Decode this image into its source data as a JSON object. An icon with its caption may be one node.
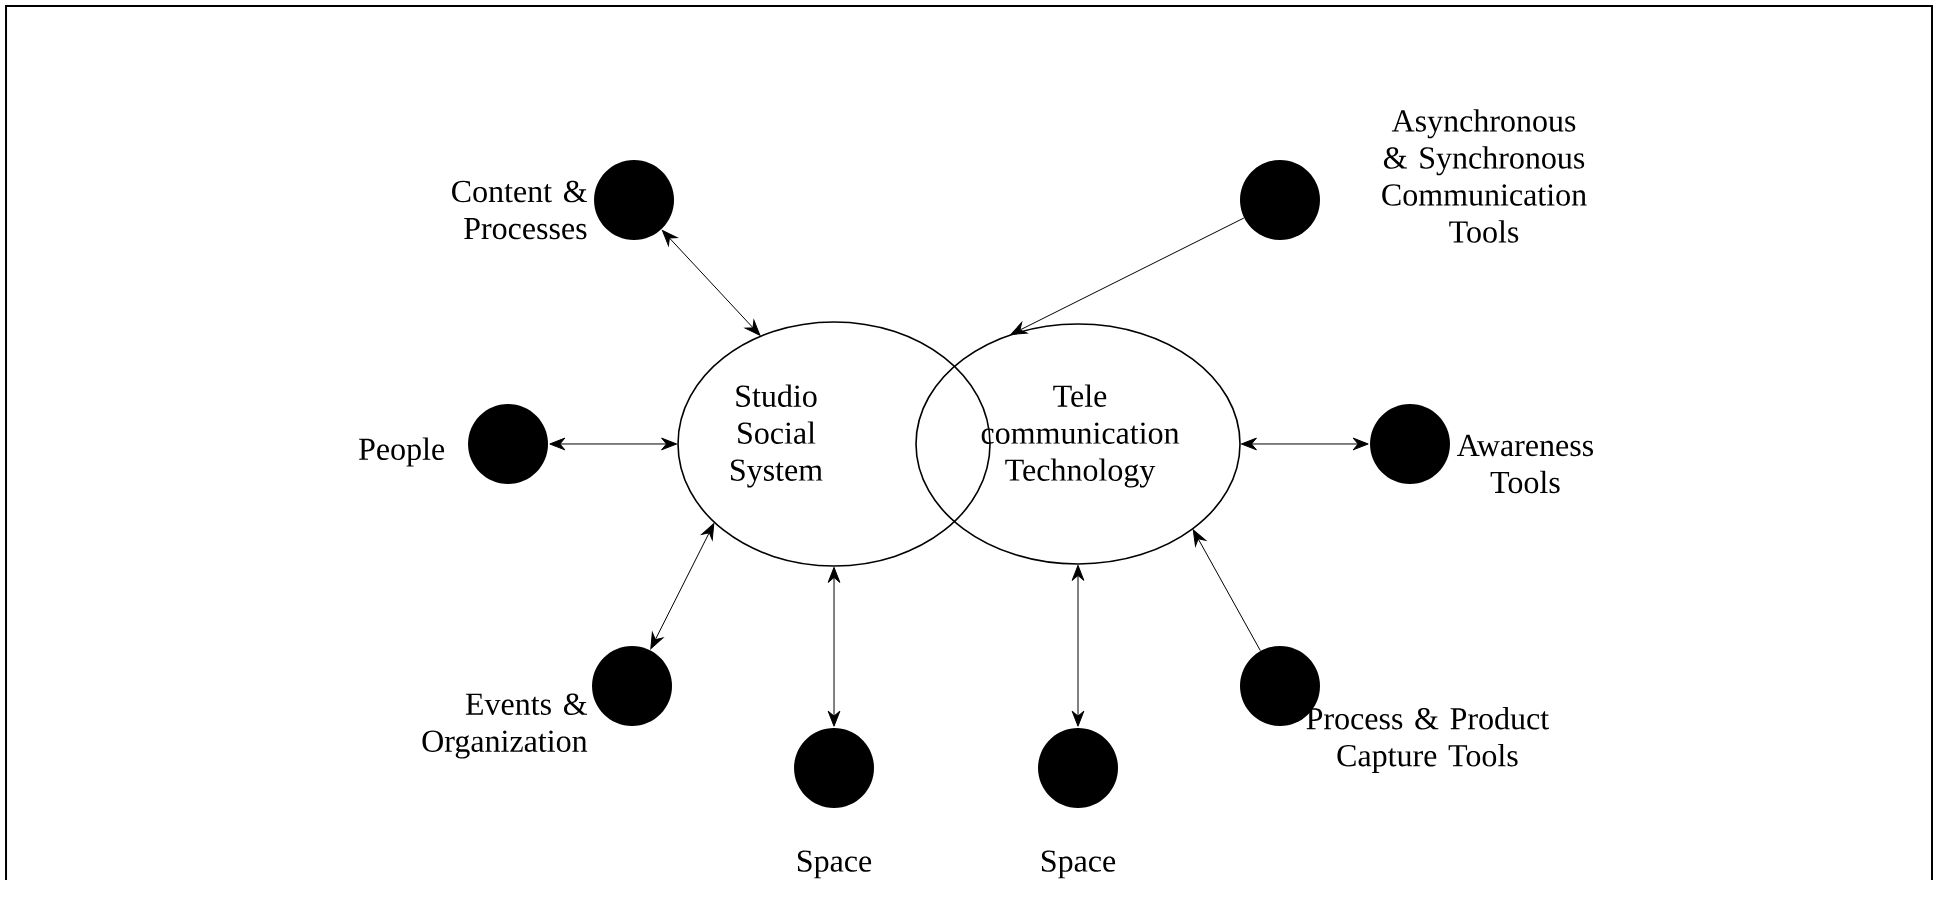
{
  "diagram": {
    "nodes": [
      {
        "text": [
          "Studio Social System"
        ]
      },
      {
        "text": [
          "Tele communication Technology"
        ]
      },
      {
        "text": [
          "Content & Processes"
        ]
      },
      {
        "text": [
          "People"
        ]
      },
      {
        "text": [
          "Events & Organization"
        ]
      },
      {
        "text": [
          "Space"
        ]
      },
      {
        "text": [
          "Space"
        ]
      },
      {
        "text": [
          "Asynchronous & Synchronous Communication Tools"
        ]
      },
      {
        "text": [
          "Awareness Tools"
        ]
      },
      {
        "text": [
          "Process & Product Capture Tools"
        ]
      }
    ],
    "edges": [
      {
        "from": 2,
        "to": 0,
        "arrow": "both"
      },
      {
        "from": 3,
        "to": 0,
        "arrow": "both"
      },
      {
        "from": 4,
        "to": 0,
        "arrow": "both"
      },
      {
        "from": 5,
        "to": 0,
        "arrow": "both"
      },
      {
        "from": 6,
        "to": 1,
        "arrow": "both"
      },
      {
        "from": 7,
        "to": 1,
        "arrow": "to"
      },
      {
        "from": 8,
        "to": 1,
        "arrow": "both"
      },
      {
        "from": 9,
        "to": 1,
        "arrow": "to"
      }
    ]
  }
}
